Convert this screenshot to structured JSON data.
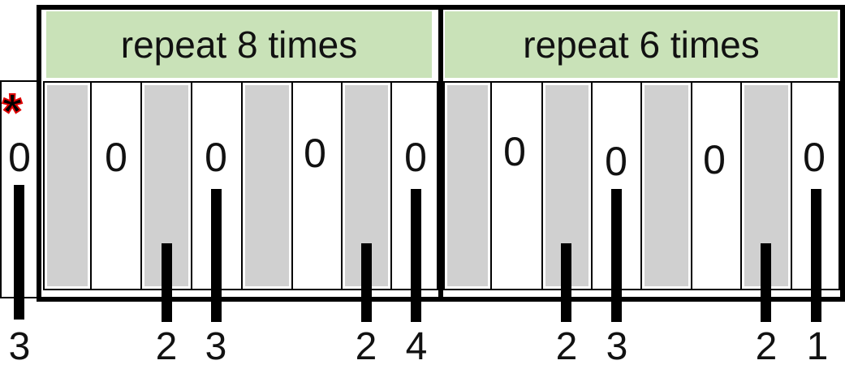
{
  "groups": [
    {
      "label": "repeat 8 times"
    },
    {
      "label": "repeat 6 times"
    }
  ],
  "marker": "*",
  "cell_values": [
    "0",
    "0",
    "0",
    "0",
    "0",
    "0",
    "0",
    "0",
    "0"
  ],
  "bar_labels": [
    "3",
    "2",
    "3",
    "2",
    "4",
    "2",
    "3",
    "2",
    "1"
  ],
  "colors": {
    "header": "#c9e2b8",
    "shaded": "#d0d0d0",
    "marker": "#e00000"
  }
}
